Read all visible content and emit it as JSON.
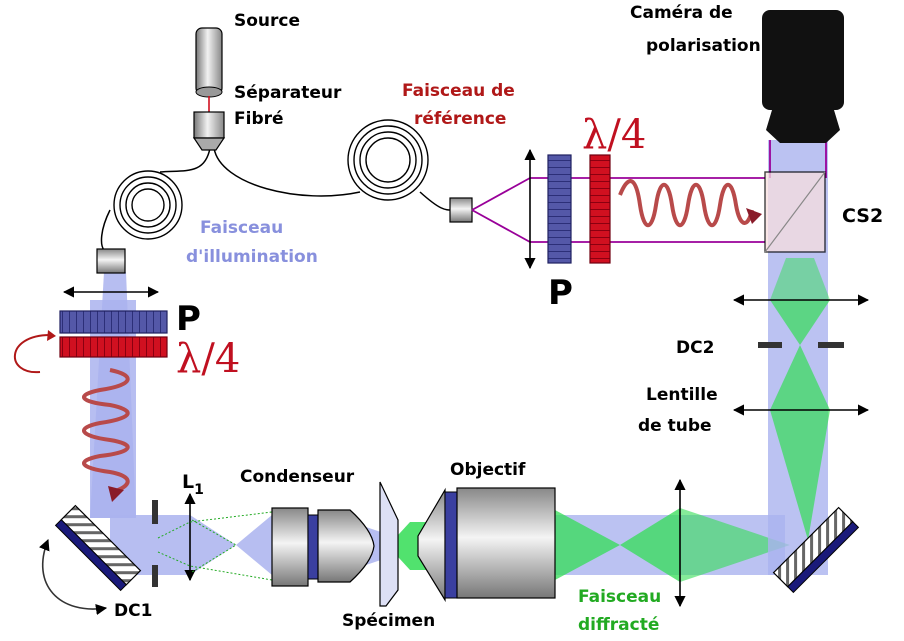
{
  "labels": {
    "source": "Source",
    "splitter_line1": "Séparateur",
    "splitter_line2": "Fibré",
    "reference_line1": "Faisceau de",
    "reference_line2": "référence",
    "camera_line1": "Caméra de",
    "camera_line2": "polarisation",
    "illumination_line1": "Faisceau",
    "illumination_line2": "d'illumination",
    "polarizer_top": "P",
    "polarizer_left": "P",
    "quarter_wave_top": "λ/4",
    "quarter_wave_left": "λ/4",
    "cs2": "CS2",
    "dc2": "DC2",
    "tube_lens_line1": "Lentille",
    "tube_lens_line2": "de tube",
    "l1": "L",
    "l1_sub": "1",
    "condenser": "Condenseur",
    "objective": "Objectif",
    "dc1": "DC1",
    "specimen": "Spécimen",
    "diffracted_line1": "Faisceau",
    "diffracted_line2": "diffracté"
  },
  "colors": {
    "illumination_beam": "#aab3ef",
    "diffracted_beam": "#33dd55",
    "reference_beam": "#990099",
    "polarizer": "#5458a8",
    "quarter_wave_plate": "#d01020",
    "reference_text": "#b01818",
    "illumination_text": "#8890dd",
    "diffracted_text": "#22aa22",
    "camera": "#111111"
  }
}
